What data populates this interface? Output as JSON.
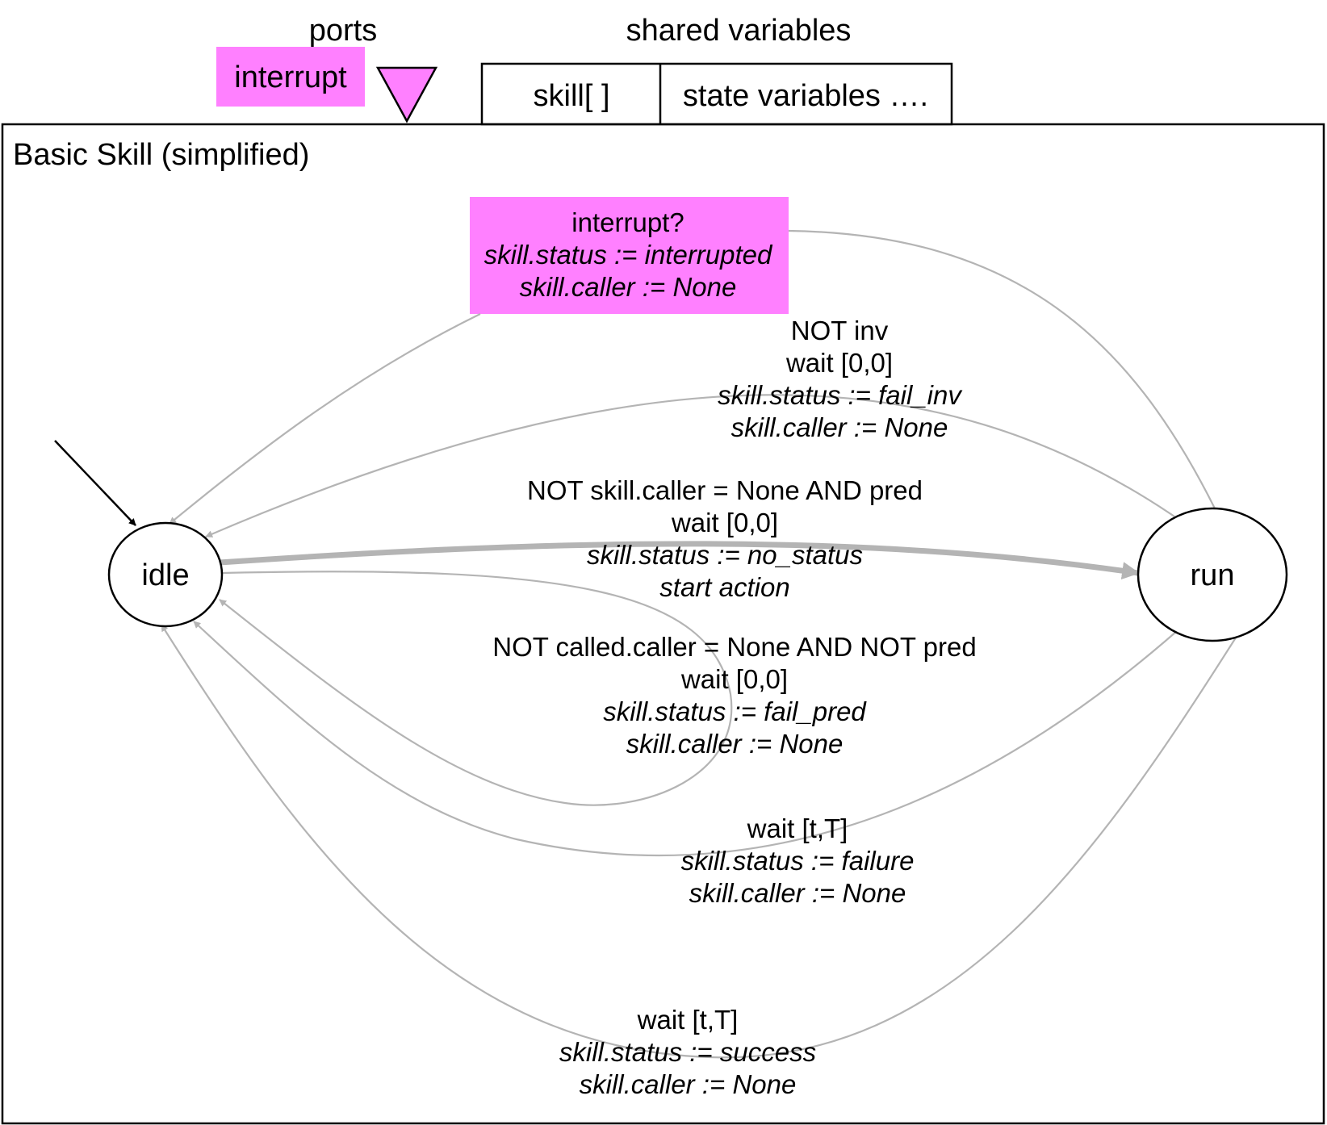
{
  "header": {
    "ports_title": "ports",
    "port_name": "interrupt",
    "shared_title": "shared variables",
    "shared_cells": [
      "skill[ ]",
      "state variables …."
    ]
  },
  "diagram": {
    "title": "Basic Skill (simplified)",
    "states": {
      "idle": "idle",
      "run": "run"
    },
    "labels": {
      "interrupt": [
        "interrupt?",
        "skill.status := interrupted",
        "skill.caller := None"
      ],
      "inv": [
        "NOT inv",
        "wait [0,0]",
        "skill.status := fail_inv",
        "skill.caller := None"
      ],
      "start": [
        "NOT skill.caller = None AND pred",
        "wait [0,0]",
        "skill.status := no_status",
        "start action"
      ],
      "pred": [
        "NOT called.caller = None AND NOT pred",
        "wait [0,0]",
        "skill.status := fail_pred",
        "skill.caller := None"
      ],
      "failure": [
        "wait [t,T]",
        "skill.status := failure",
        "skill.caller := None"
      ],
      "success": [
        "wait [t,T]",
        "skill.status := success",
        "skill.caller := None"
      ]
    }
  },
  "colors": {
    "port_fill": "#ff80ff",
    "edge": "#b4b4b4",
    "line": "#000000"
  }
}
